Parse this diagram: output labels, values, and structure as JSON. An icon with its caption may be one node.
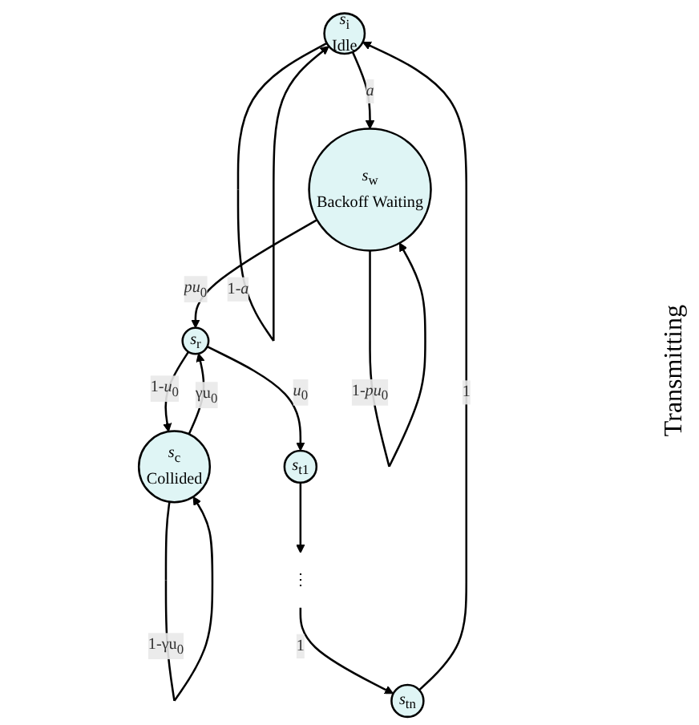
{
  "diagram": {
    "nodes": [
      {
        "text": [
          "*s*$_{i}$",
          "Idle"
        ]
      },
      {
        "text": [
          "*s*$_{w}$",
          "Backoff Waiting"
        ]
      },
      {
        "text": [
          "*s*$_{r}$"
        ]
      },
      {
        "text": [
          "*s*$_{c}$",
          "Collided"
        ]
      },
      {
        "text": [
          "*s*$_{t1}$"
        ]
      },
      {
        "text": [
          "⋮"
        ]
      },
      {
        "text": [
          "*s*$_{tn}$"
        ]
      }
    ],
    "edges": [
      {
        "from": 0,
        "to": 0,
        "arrow": "to",
        "label": "1-*a*"
      },
      {
        "from": 0,
        "to": 1,
        "arrow": "to",
        "label": "*a*"
      },
      {
        "from": 1,
        "to": 1,
        "arrow": "to",
        "label": "1-*pu*$_{0}$"
      },
      {
        "from": 1,
        "to": 2,
        "arrow": "to",
        "label": "*pu*$_{0}$"
      },
      {
        "from": 3,
        "to": 3,
        "arrow": "to",
        "label": "1-γu$_{0}$"
      },
      {
        "from": 3,
        "to": 2,
        "arrow": "to",
        "label": "γu$_{0}$"
      },
      {
        "from": 2,
        "to": 3,
        "arrow": "to",
        "label": "1-*u*$_{0}$"
      },
      {
        "from": 2,
        "to": 4,
        "arrow": "to",
        "label": "*u*$_{0}$"
      },
      {
        "from": 4,
        "to": 5,
        "arrow": "to"
      },
      {
        "from": 5,
        "to": 6,
        "arrow": "to",
        "label": "1"
      },
      {
        "from": 6,
        "to": 0,
        "arrow": "to",
        "label": "1"
      }
    ],
    "labels": [
      "Transmitting"
    ]
  }
}
